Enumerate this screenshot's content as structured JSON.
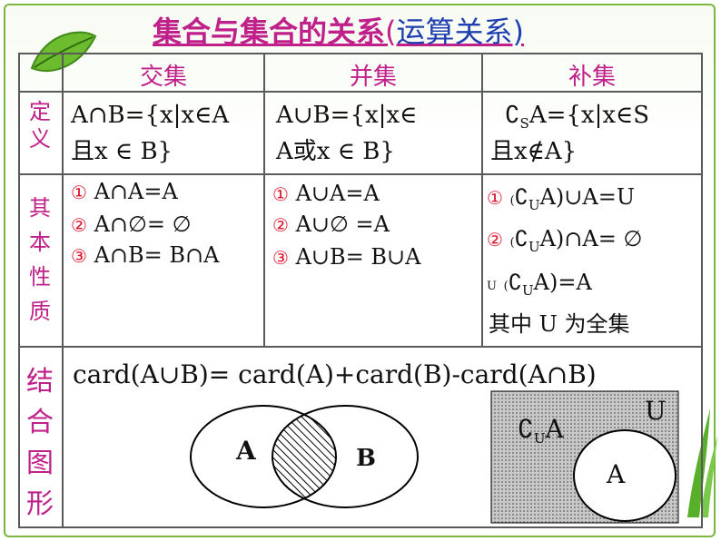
{
  "title": {
    "main": "集合与集合的关系",
    "open": "(",
    "sub": "运算关系",
    "close": ")"
  },
  "headers": [
    "交集",
    "并集",
    "补集"
  ],
  "row_labels": {
    "definition": "定义",
    "properties": "其本性质",
    "figure": "结合图形"
  },
  "definition": {
    "intersection": [
      "A∩B={x|x∈A",
      "且x ∈ B}"
    ],
    "union": [
      "A∪B={x|x∈",
      "A或x ∈ B}"
    ],
    "complement_prefix": "∁",
    "complement_sub": "S",
    "complement": [
      "A={x|x∈S",
      "且x∉A}"
    ]
  },
  "intersection_props": [
    {
      "num": "①",
      "text": " A∩A=A"
    },
    {
      "num": "②",
      "text": " A∩∅= ∅"
    },
    {
      "num": "③",
      "text": " A∩B= B∩A"
    }
  ],
  "union_props": [
    {
      "num": "①",
      "text": " A∪A=A"
    },
    {
      "num": "②",
      "text": " A∪∅ =A"
    },
    {
      "num": "③",
      "text": " A∪B= B∪A"
    }
  ],
  "complement_props": {
    "p1": {
      "num": "①",
      "a": "(",
      "c": "∁",
      "s": "U",
      "b": "A)",
      "rest": "∪A=U"
    },
    "p2": {
      "num": "②",
      "a": "(",
      "c": "∁",
      "s": "U",
      "b": "A)",
      "rest": "∩A= ∅"
    },
    "p3": {
      "u": "U",
      "a": "(",
      "c": "∁",
      "s": "U",
      "b": "A)",
      "rest": "=A"
    },
    "note": "其中 U 为全集"
  },
  "formula": "card(A∪B)= card(A)+card(B)-card(A∩B)",
  "venn": {
    "label_a": "A",
    "label_b": "B",
    "comp_c": "∁",
    "comp_s": "U",
    "comp_a": "A",
    "universe": "U",
    "inner": "A"
  },
  "colors": {
    "title": "#c0208a",
    "subtitle": "#1f3fb0",
    "header": "#c0208a",
    "number": "#e0102a",
    "border": "#7ab640",
    "grid": "#5a5a5a"
  }
}
